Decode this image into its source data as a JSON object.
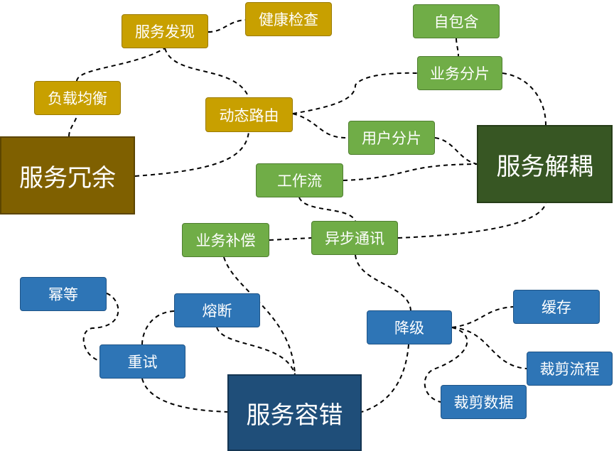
{
  "nodes": {
    "service_redundancy": "服务冗余",
    "load_balance": "负载均衡",
    "service_discovery": "服务发现",
    "health_check": "健康检查",
    "dynamic_routing": "动态路由",
    "service_decoupling": "服务解耦",
    "self_contained": "自包含",
    "business_sharding": "业务分片",
    "user_sharding": "用户分片",
    "workflow": "工作流",
    "async_comm": "异步通讯",
    "business_compensation": "业务补偿",
    "service_fault_tolerance": "服务容错",
    "idempotent": "幂等",
    "circuit_breaker": "熔断",
    "retry": "重试",
    "degrade": "降级",
    "cache": "缓存",
    "trim_process": "裁剪流程",
    "trim_data": "裁剪数据"
  },
  "colors": {
    "gold": "#C8A000",
    "gold_dark": "#7F6000",
    "green": "#70AD47",
    "green_dark": "#375623",
    "blue": "#2E75B6",
    "blue_dark": "#1F4E79"
  }
}
